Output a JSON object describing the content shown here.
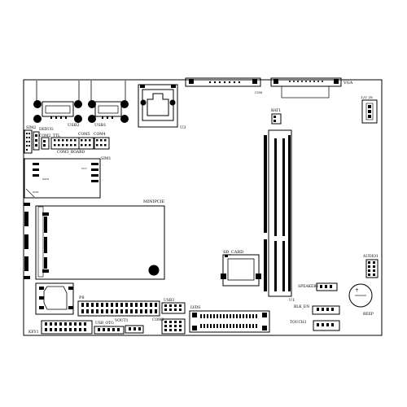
{
  "labels": {
    "usb2": "USB2",
    "usb1": "USB1",
    "u3": "U3",
    "com": "COM",
    "vga": "VGA",
    "bat1": "BAT1",
    "dc_in": "12V_IN",
    "sim2": "SIM2",
    "debug": "DEBUG",
    "com2_ttl": "COM2_TTL",
    "com5": "COM5",
    "com4": "COM4",
    "com3_board": "COM3_BOARD",
    "sim1": "SIM1",
    "vcc": "VCC",
    "gnd": "GND",
    "sata": "SATA",
    "minipcie": "MINIPCIE",
    "sd_card": "SD_CARD",
    "audio1": "AUDIO1",
    "speaker1": "SPEAKER1",
    "u1": "U1",
    "blk_en": "BLK_EN",
    "beep": "BEEP",
    "p8": "P8",
    "usb3": "USB3",
    "lvds": "LVDS",
    "key1": "KEY1",
    "usb_otg": "USB_OTG",
    "vout1": "VOUT1",
    "com1": "COM1",
    "touch1": "TOUCH1"
  }
}
